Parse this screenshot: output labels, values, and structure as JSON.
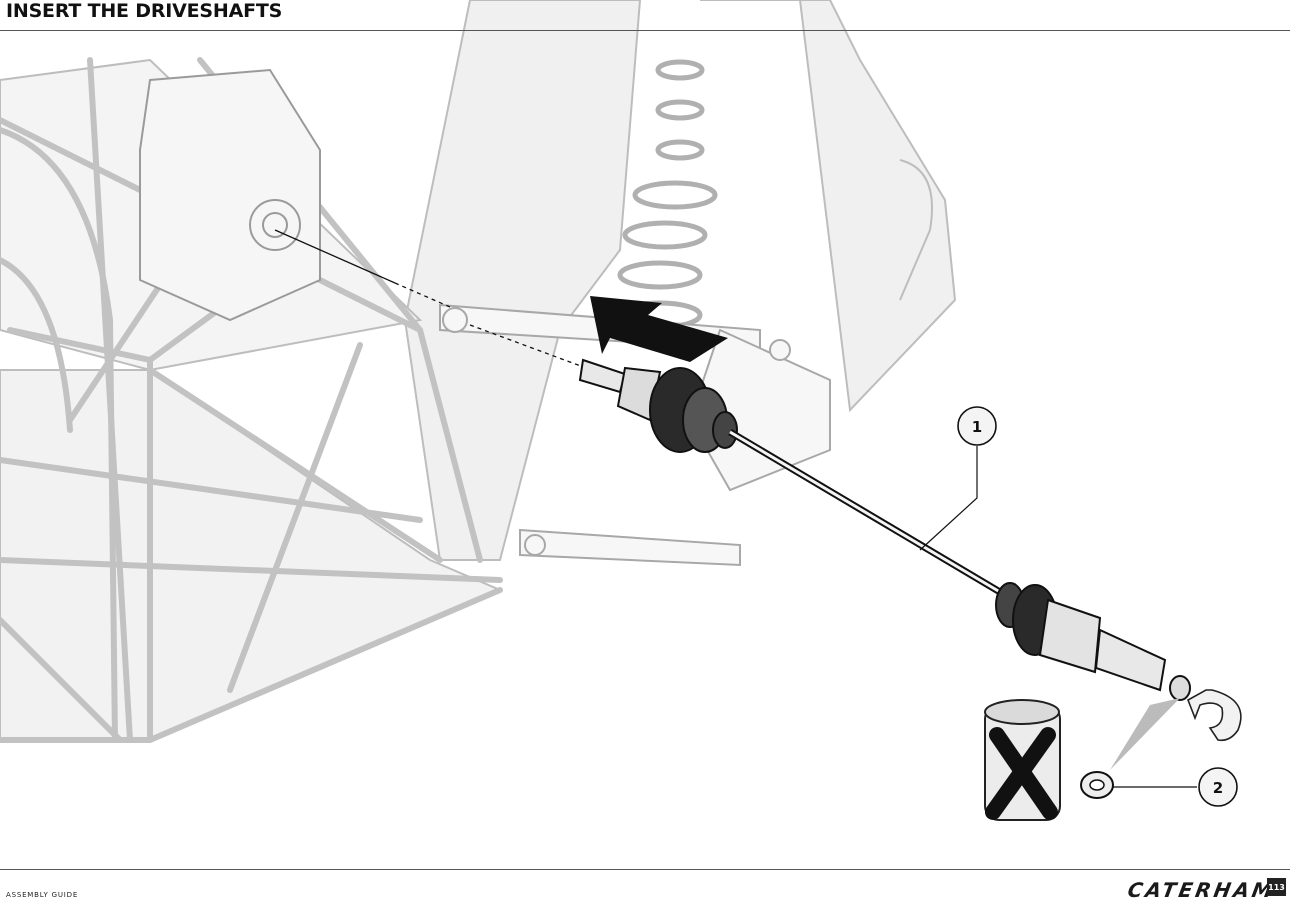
{
  "header": {
    "title": "INSERT THE DRIVESHAFTS"
  },
  "footer": {
    "left_text": "ASSEMBLY GUIDE",
    "brand": "CATERHAM",
    "page_number": "113"
  },
  "callouts": [
    {
      "number": "1"
    },
    {
      "number": "2"
    }
  ],
  "colors": {
    "frame_lines": "#b8b8b8",
    "part_lines": "#111111",
    "arrow": "#111111",
    "panel_fill": "#eeeeee"
  },
  "icons": [
    "insert-arrow-icon",
    "rotate-arrow-icon",
    "do-not-reuse-cross-icon"
  ]
}
